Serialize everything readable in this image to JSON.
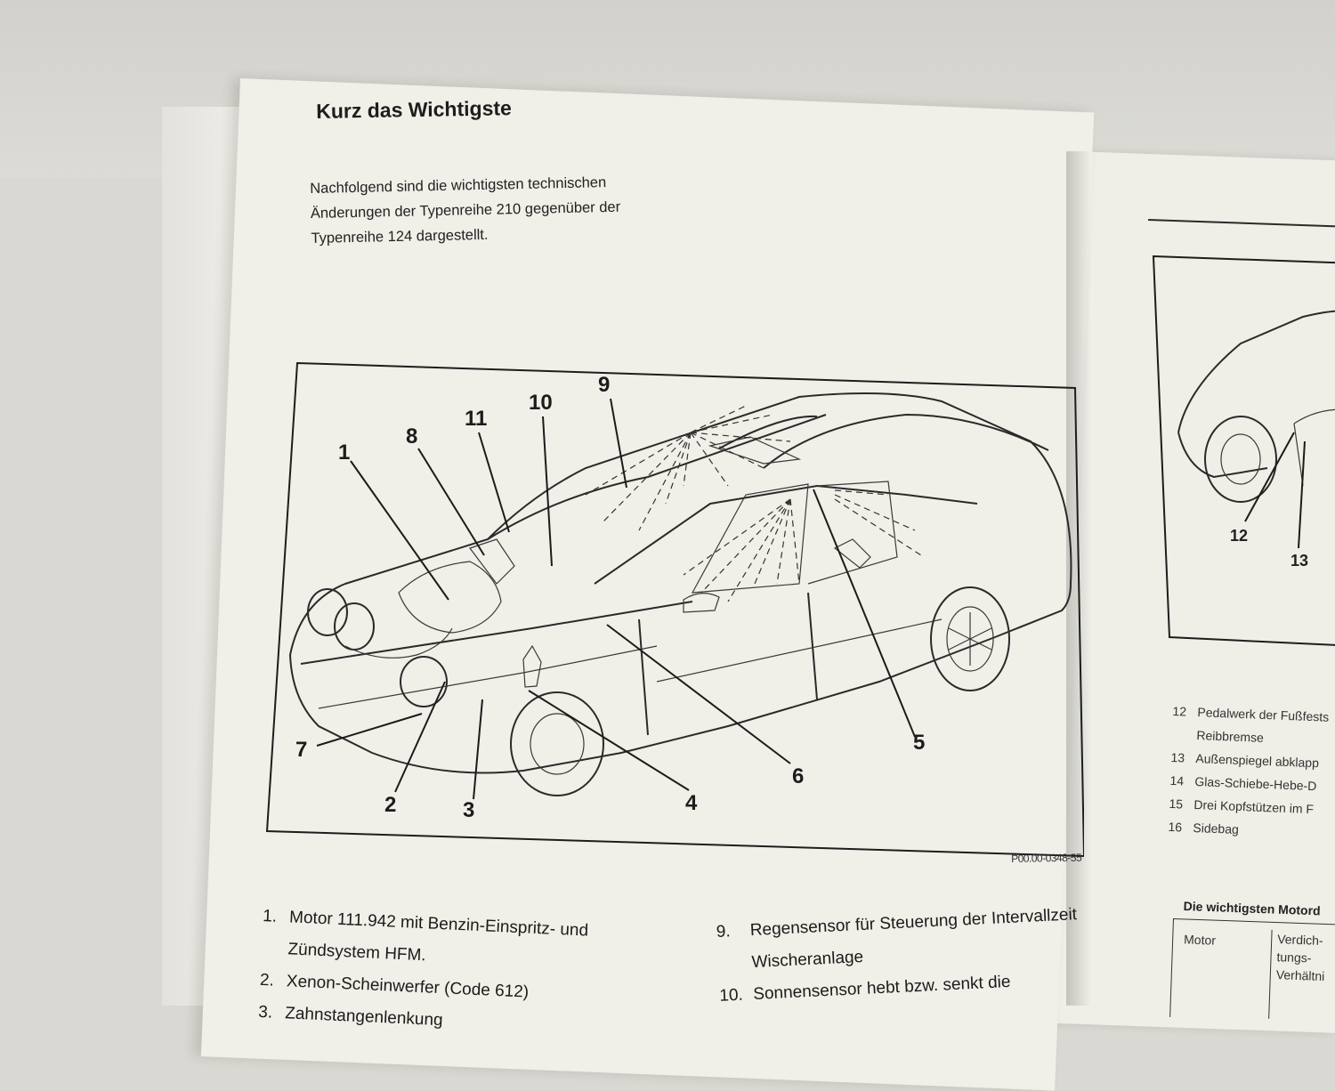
{
  "page": {
    "title": "Kurz das Wichtigste",
    "intro_lines": [
      "Nachfolgend sind die wichtigsten technischen",
      "Änderungen der Typenreihe 210 gegenüber der",
      "Typenreihe 124 dargestellt."
    ]
  },
  "figure": {
    "code": "P00.00-0348-55",
    "callouts": [
      "1",
      "2",
      "3",
      "4",
      "5",
      "6",
      "7",
      "8",
      "9",
      "10",
      "11"
    ]
  },
  "legend_left": [
    {
      "n": "1.",
      "lines": [
        "Motor 111.942 mit Benzin-Einspritz- und",
        "Zündsystem HFM."
      ]
    },
    {
      "n": "2.",
      "lines": [
        "Xenon-Scheinwerfer (Code 612)"
      ]
    },
    {
      "n": "3.",
      "lines": [
        "Zahnstangenlenkung"
      ]
    }
  ],
  "legend_right": [
    {
      "n": "9.",
      "lines": [
        "Regensensor für Steuerung der Intervallzeit",
        "Wischeranlage"
      ]
    },
    {
      "n": "10.",
      "lines": [
        "Sonnensensor hebt bzw. senkt die"
      ]
    }
  ],
  "right_page": {
    "figure_callouts": [
      "12",
      "13"
    ],
    "list": [
      {
        "n": "12",
        "text": "Pedalwerk der Fußfests"
      },
      {
        "n": "",
        "text": "Reibbremse"
      },
      {
        "n": "13",
        "text": "Außenspiegel abklapp"
      },
      {
        "n": "14",
        "text": "Glas-Schiebe-Hebe-D"
      },
      {
        "n": "15",
        "text": "Drei Kopfstützen im F"
      },
      {
        "n": "16",
        "text": "Sidebag"
      }
    ],
    "table_heading": "Die wichtigsten Motord",
    "table_col1": "Motor",
    "table_col2_lines": [
      "Verdich-",
      "tungs-",
      "Verhältni"
    ]
  }
}
